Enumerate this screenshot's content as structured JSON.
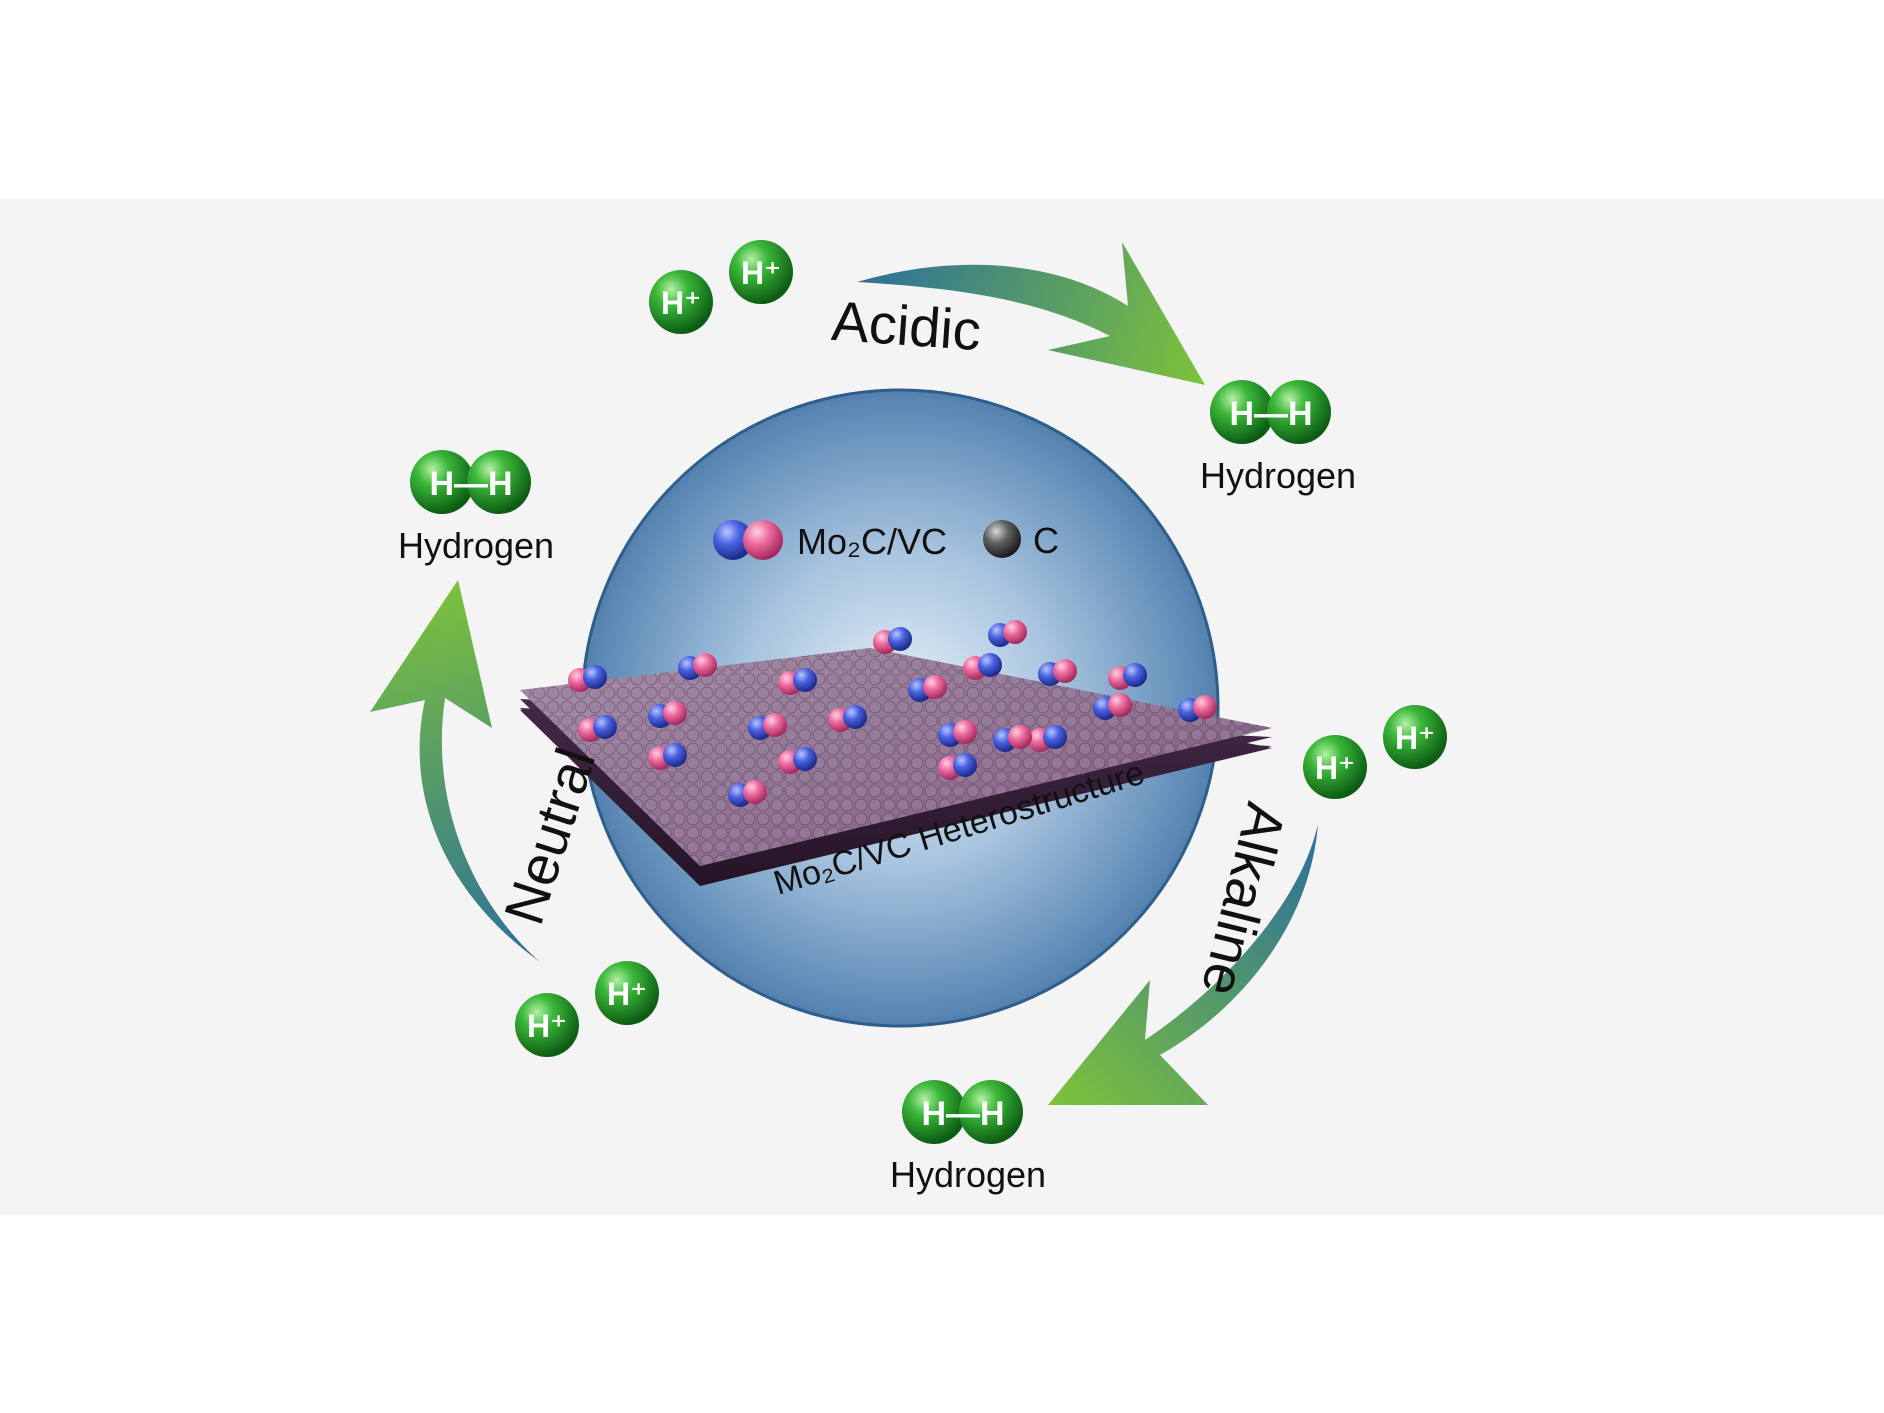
{
  "legend": {
    "heterostructure_label": "Mo₂C/VC",
    "carbon_label": "C"
  },
  "substrate_label": "Mo₂C/VC Heterostructure",
  "conditions": [
    {
      "key": "acidic",
      "label": "Acidic"
    },
    {
      "key": "alkaline",
      "label": "Alkaline"
    },
    {
      "key": "neutral",
      "label": "Neutral"
    }
  ],
  "proton_label": "H⁺",
  "molecule_label": "H—H",
  "product_label": "Hydrogen",
  "colors": {
    "arrow_start": "#2c6f9b",
    "arrow_end": "#7cc23a",
    "sphere_center": "#e8f1f8",
    "sphere_edge": "#3f6f9e",
    "atom_green": "#1f9a1f",
    "mo2c_pink": "#e85a92",
    "vc_blue": "#3d55d6",
    "carbon_grey": "#4a4a4a",
    "sheet_purple": "#6d4a6e"
  }
}
